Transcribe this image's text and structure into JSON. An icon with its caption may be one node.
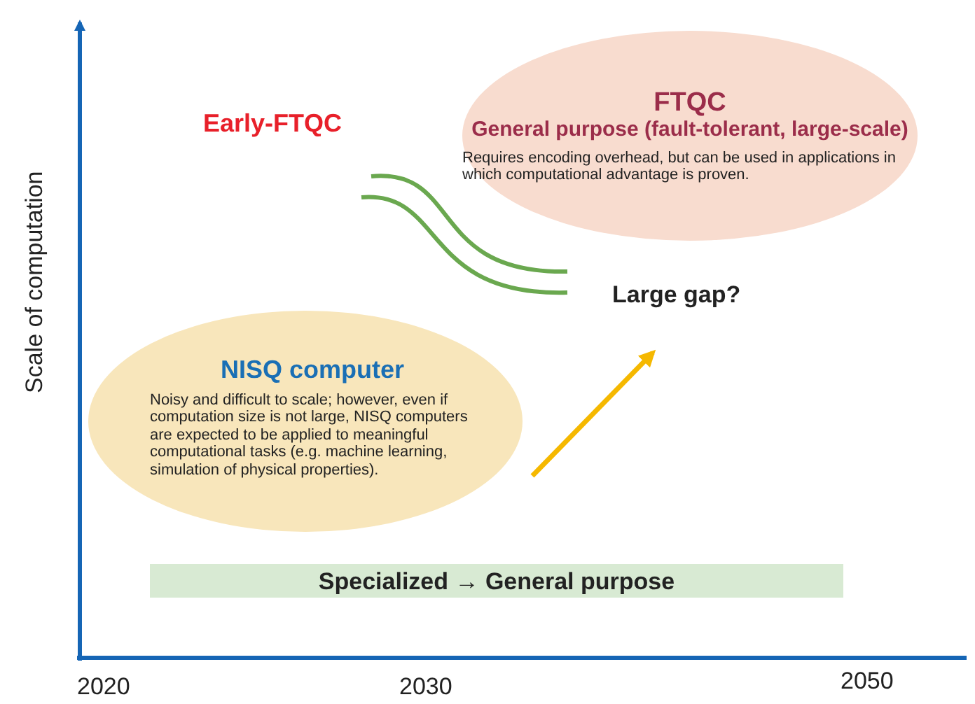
{
  "diagram": {
    "nodes": [
      {
        "text": [
          "NISQ computer",
          "Noisy and difficult to scale; however, even if computation size is not large, NISQ computers are expected to be applied to meaningful computational tasks (e.g. machine learning, simulation of physical properties)."
        ]
      },
      {
        "text": [
          "FTQC",
          "General purpose (fault-tolerant, large-scale)",
          "Requires encoding overhead, but can be used in applications in which computational advantage is proven."
        ]
      },
      {
        "text": [
          "Specialized → General purpose"
        ]
      }
    ],
    "labels": [
      "Early-FTQC",
      "Large gap?",
      "Scale of computation",
      "2020",
      "2030",
      "2050"
    ]
  }
}
